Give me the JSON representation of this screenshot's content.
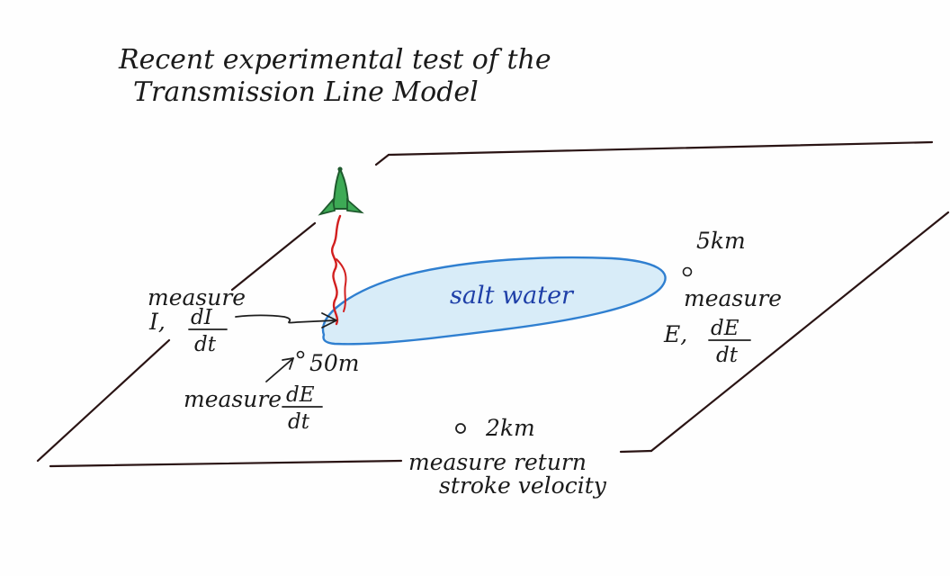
{
  "title": {
    "line1": "Recent experimental test of the",
    "line2": "Transmission Line Model"
  },
  "labels": {
    "salt_water": "salt water",
    "measure_current": "measure",
    "current_expr": "I,",
    "di_numerator": "dI",
    "di_denominator": "dt",
    "measure_de_near": "measure",
    "de_near_numerator": "dE",
    "de_near_denominator": "dt",
    "distance_50m": "50m",
    "distance_5km": "5km",
    "measure_field_far": "measure",
    "field_expr": "E,",
    "de_far_numerator": "dE",
    "de_far_denominator": "dt",
    "distance_2km": "2km",
    "measure_velocity_line1": "measure return",
    "measure_velocity_line2": "stroke velocity"
  },
  "colors": {
    "ink": "#1a1a1a",
    "ground_line": "#2a1414",
    "salt_water_fill": "#d8ecf8",
    "salt_water_edge": "#2f7fd0",
    "salt_water_text": "#1e3fa8",
    "lightning": "#d21f1f",
    "rocket_fill": "#3daa55",
    "rocket_edge": "#1f5a2e"
  },
  "icons": {
    "rocket": "rocket-icon",
    "lightning": "lightning-icon"
  }
}
